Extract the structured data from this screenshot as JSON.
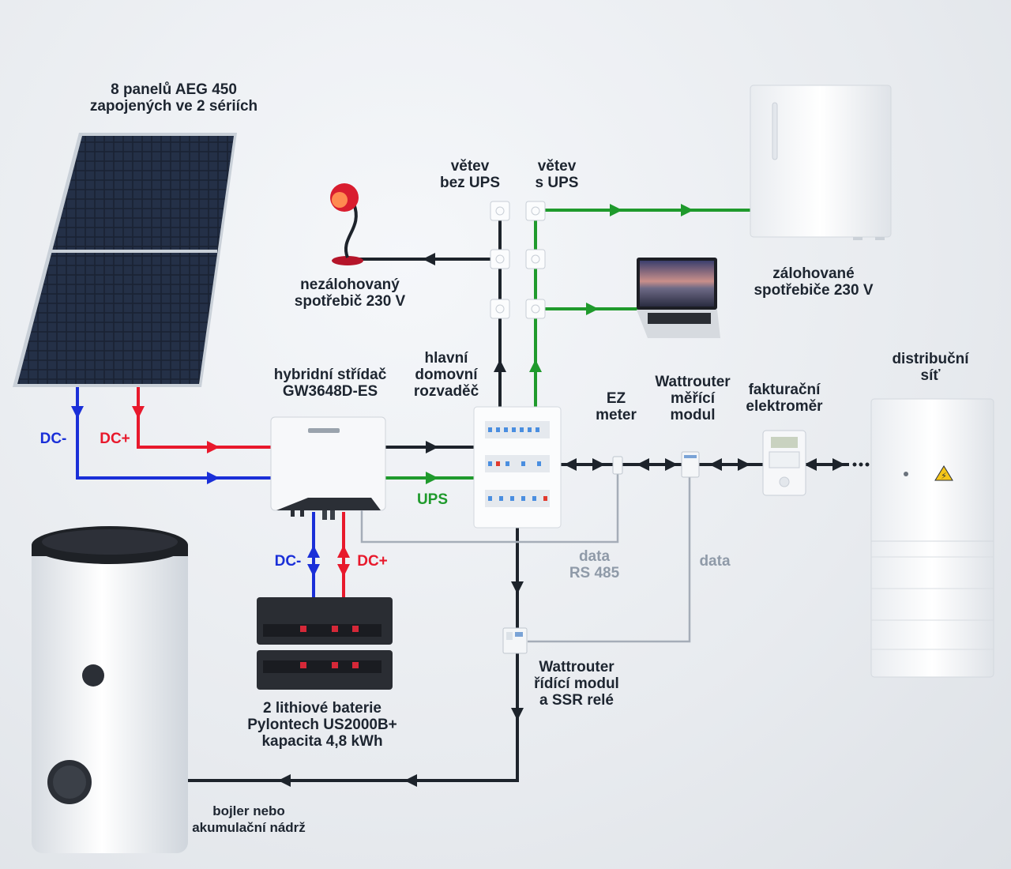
{
  "labels": {
    "panels": [
      "8 panelů AEG 450",
      "zapojených ve 2 sériích"
    ],
    "branch_no_ups": [
      "větev",
      "bez UPS"
    ],
    "branch_ups": [
      "větev",
      "s UPS"
    ],
    "unbacked_load": [
      "nezálohovaný",
      "spotřebič 230 V"
    ],
    "backed_loads": [
      "zálohované",
      "spotřebiče 230 V"
    ],
    "inverter": [
      "hybridní střídač",
      "GW3648D-ES"
    ],
    "main_board": [
      "hlavní",
      "domovní",
      "rozvaděč"
    ],
    "ez_meter": [
      "EZ",
      "meter"
    ],
    "wattrouter_meter": [
      "Wattrouter",
      "měřící",
      "modul"
    ],
    "billing_meter": [
      "fakturační",
      "elektroměr"
    ],
    "grid": [
      "distribuční",
      "síť"
    ],
    "dc_minus_top": "DC-",
    "dc_plus_top": "DC+",
    "dc_minus_bottom": "DC-",
    "dc_plus_bottom": "DC+",
    "ups": "UPS",
    "data_rs485": [
      "data",
      "RS 485"
    ],
    "data": "data",
    "batteries": [
      "2 lithiové baterie",
      "Pylontech US2000B+",
      "kapacita 4,8 kWh"
    ],
    "wattrouter_ctrl": [
      "Wattrouter",
      "řídící modul",
      "a SSR relé"
    ],
    "boiler": [
      "bojler nebo",
      "akumulační nádrž"
    ]
  },
  "colors": {
    "dc_minus": "#1a2fd8",
    "dc_plus": "#e8192c",
    "ups": "#1f9a2c",
    "ac": "#1d232b",
    "data": "#a5adb8"
  }
}
